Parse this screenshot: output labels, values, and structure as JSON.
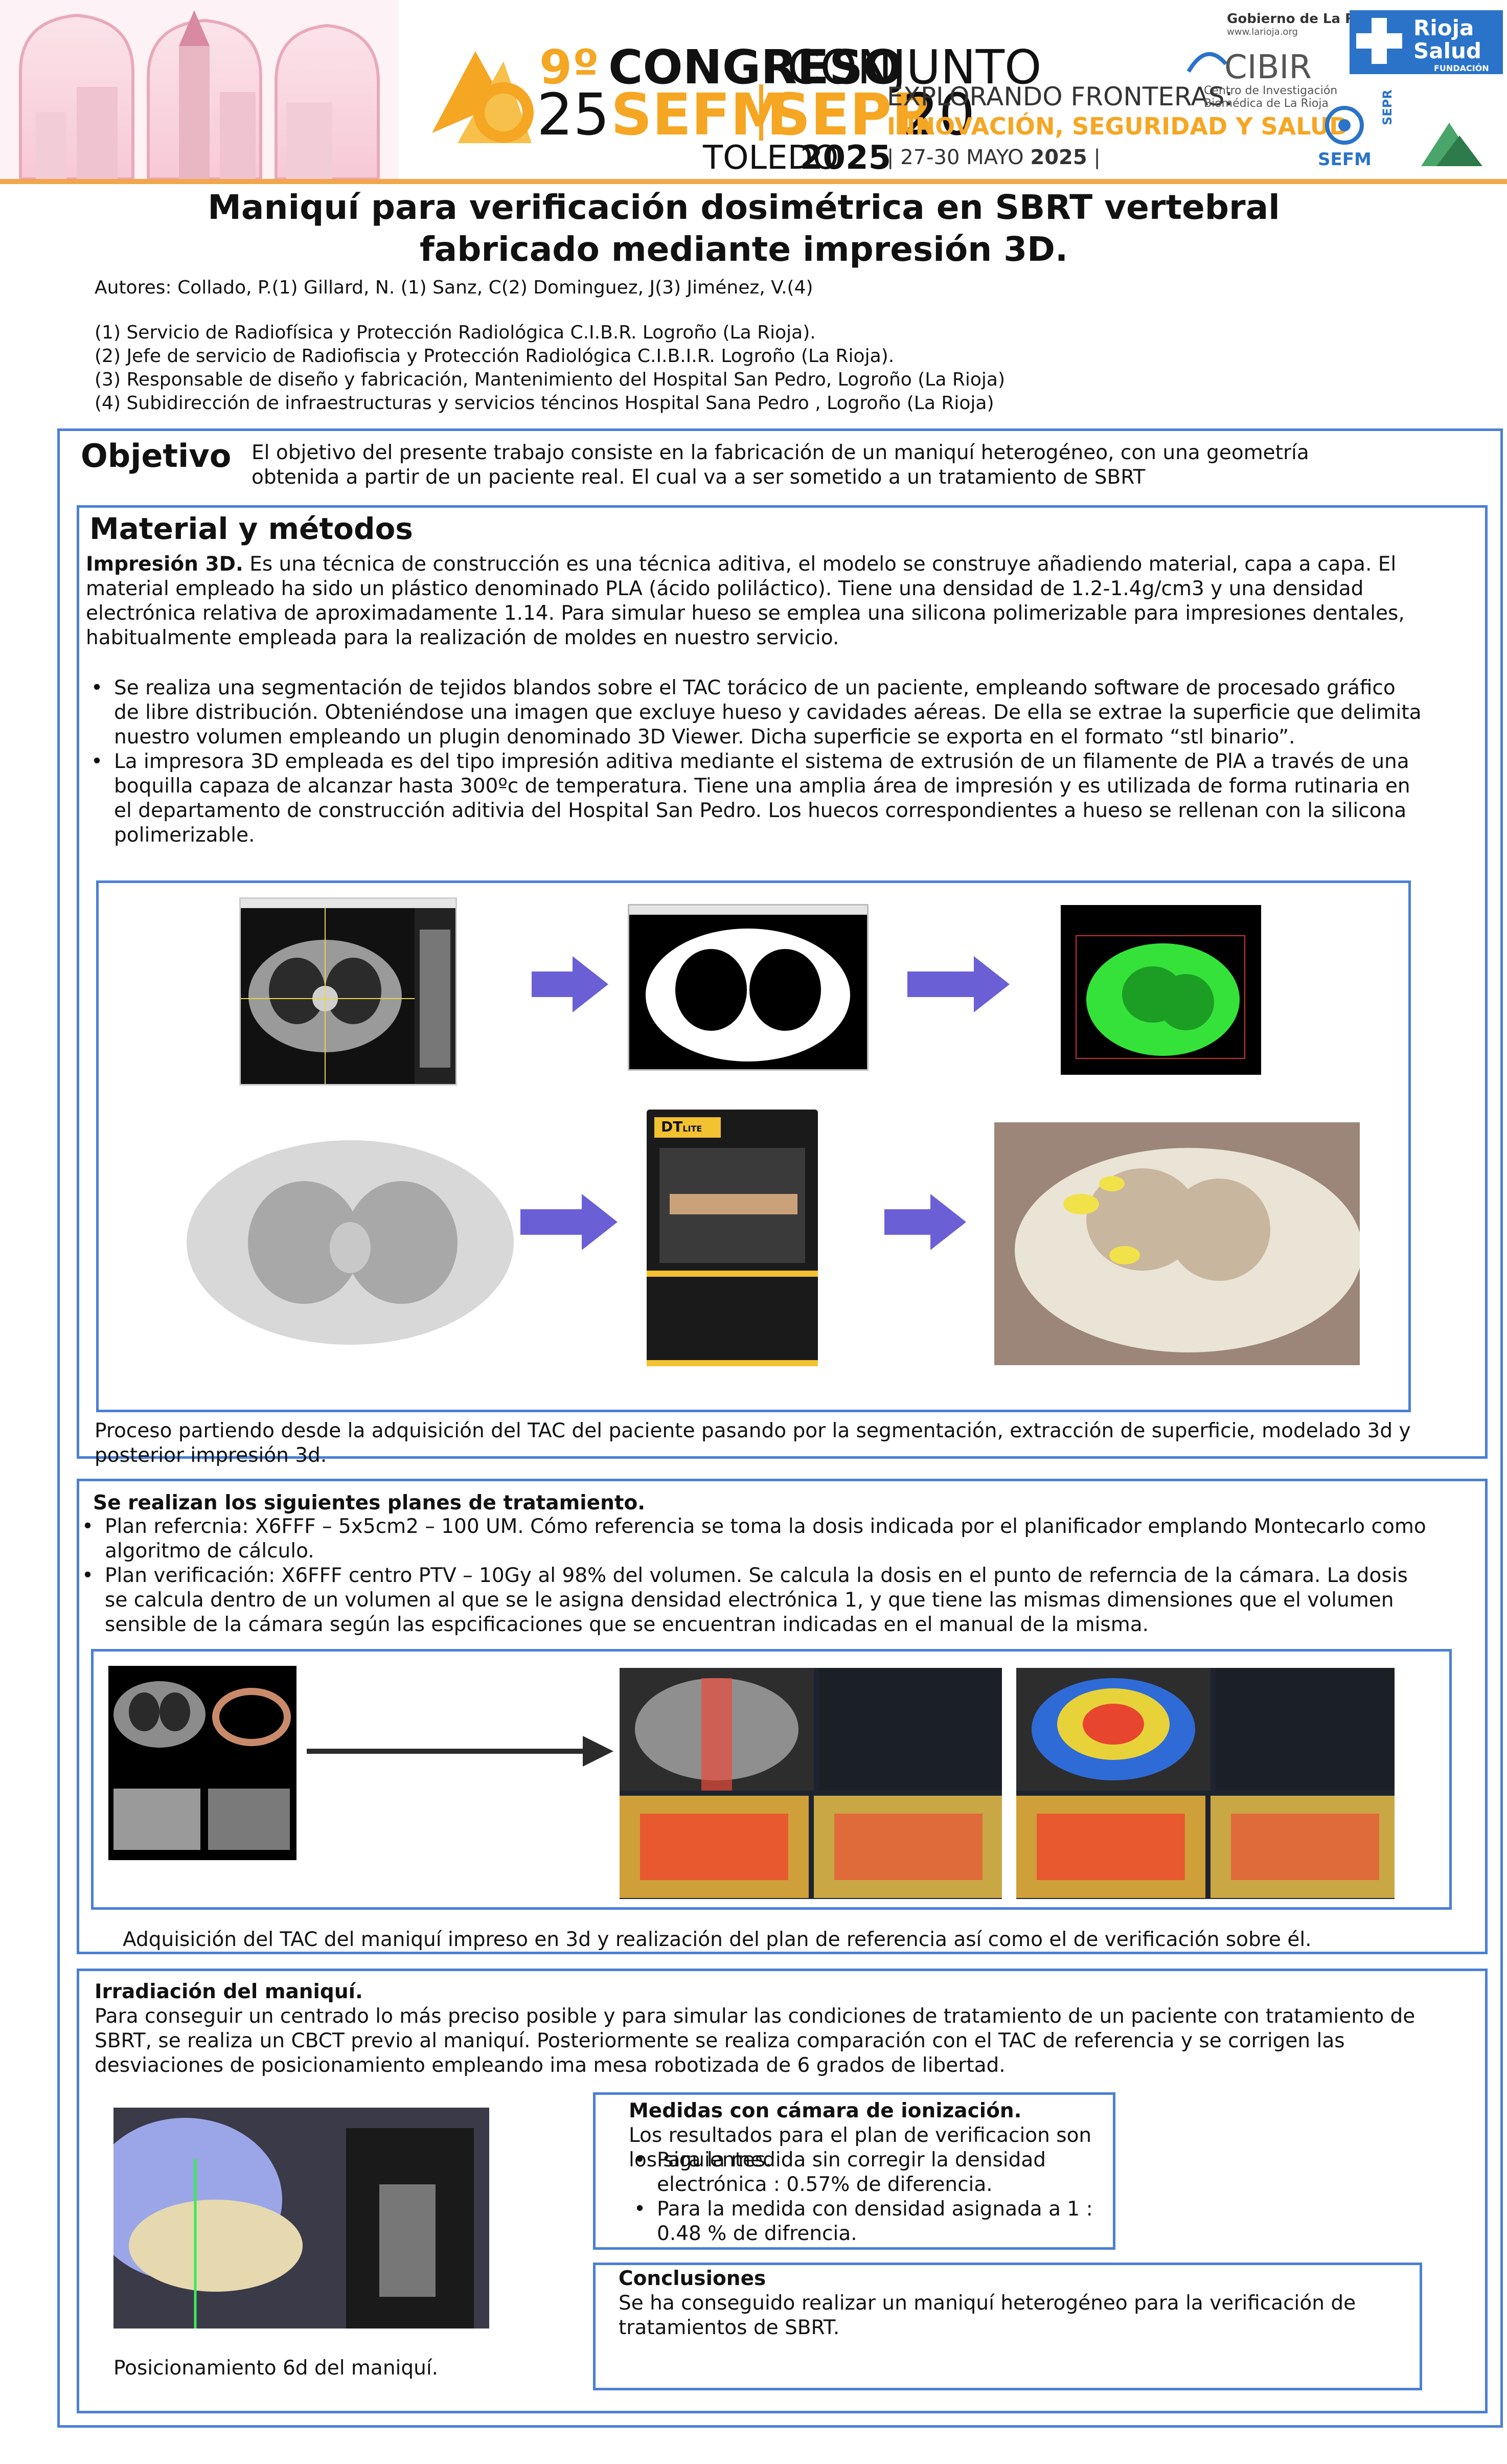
{
  "header": {
    "congress_num": "9º",
    "congress_word1": "CONGRESO",
    "congress_word2": "CONJUNTO",
    "num_left": "25",
    "sefm": "SEFM",
    "sepr": "SEPR",
    "num_right": "20",
    "city": "TOLEDO",
    "year": "2025",
    "tag1": "EXPLORANDO FRONTERAS:",
    "tag2": "INNOVACIÓN, SEGURIDAD Y SALUD",
    "dates_prefix": "| 27-30 MAYO",
    "dates_year": "2025",
    "dates_suffix": "|",
    "logo_gobierno": "Gobierno de La Rioja",
    "logo_gobierno_url": "www.larioja.org",
    "logo_cibir": "CIBIR",
    "logo_cibir_sub1": "Centro de Investigación",
    "logo_cibir_sub2": "Biomédica de La Rioja",
    "logo_rioja1": "Rioja",
    "logo_rioja2": "Salud",
    "logo_rioja3": "FUNDACIÓN",
    "logo_sefm": "SEFM",
    "logo_sepr": "SEPR"
  },
  "title_line1": "Maniquí para verificación dosimétrica en SBRT vertebral",
  "title_line2": "fabricado mediante impresión 3D.",
  "authors": "Autores: Collado, P.(1) Gillard, N. (1) Sanz, C(2) Dominguez, J(3) Jiménez, V.(4)",
  "affiliations": [
    "(1) Servicio de Radiofísica y Protección Radiológica C.I.B.R. Logroño (La Rioja).",
    "(2) Jefe de servicio de Radiofiscia y Protección Radiológica C.I.B.I.R. Logroño (La Rioja).",
    "(3) Responsable de diseño y fabricación, Mantenimiento del Hospital San Pedro, Logroño (La Rioja)",
    "(4) Subidirección de infraestructuras y servicios téncinos Hospital Sana Pedro , Logroño (La Rioja)"
  ],
  "objetivo": {
    "heading": "Objetivo",
    "text": "El objetivo del presente trabajo consiste en la fabricación de un maniquí heterogéneo, con una geometría obtenida a partir de un paciente real. El cual va a ser sometido a un tratamiento de SBRT"
  },
  "material": {
    "heading": "Material y métodos",
    "lead_bold": "Impresión 3D.",
    "lead_text": " Es una técnica de construcción es una técnica aditiva,  el modelo se construye añadiendo material, capa a capa. El material empleado ha sido un plástico denominado PLA (ácido poliláctico). Tiene una densidad de 1.2-1.4g/cm3 y una densidad electrónica relativa de aproximadamente 1.14. Para simular hueso se emplea una silicona polimerizable para impresiones dentales, habitualmente empleada para la realización de moldes en nuestro servicio.",
    "bullets": [
      "Se realiza una segmentación de tejidos blandos sobre el TAC torácico de un paciente, empleando software de procesado gráfico de libre distribución. Obteniéndose una imagen que excluye hueso y cavidades aéreas. De ella se extrae la superficie que delimita nuestro volumen empleando un plugin denominado 3D Viewer. Dicha superficie se exporta en el formato “stl binario”.",
      "La impresora 3D empleada es del tipo impresión aditiva mediante el sistema de extrusión de un filamente de PlA a través de una boquilla capaza de alcanzar hasta 300ºc de temperatura. Tiene una amplia área de impresión y es utilizada de forma rutinaria en el departamento de construcción aditivia del Hospital San Pedro. Los huecos correspondientes a hueso se rellenan con la silicona polimerizable."
    ],
    "printer_brand": "DT",
    "printer_model": "LITE",
    "caption": "Proceso partiendo desde la adquisición del TAC del paciente pasando por la segmentación, extracción de superficie, modelado 3d y posterior impresión 3d."
  },
  "planes": {
    "heading": "Se realizan los siguientes planes de tratamiento.",
    "bullets": [
      "Plan refercnia: X6FFF – 5x5cm2 – 100 UM.  Cómo referencia se toma la dosis indicada por el planificador emplando Montecarlo como algoritmo de cálculo.",
      "Plan verificación: X6FFF centro PTV – 10Gy al 98% del volumen. Se calcula la dosis en el punto de referncia de la cámara. La dosis se calcula dentro de un volumen al que se le asigna densidad electrónica 1, y que tiene las mismas dimensiones que el volumen sensible de la cámara según las espcificaciones que se encuentran indicadas en el manual de la misma."
    ],
    "caption": "Adquisición del TAC del maniquí impreso en 3d y realización del plan de referencia así como el de verificación sobre él."
  },
  "irradiacion": {
    "heading": "Irradiación del maniquí.",
    "text": "Para conseguir un centrado lo más preciso posible y para simular las condiciones de tratamiento de un paciente con tratamiento de SBRT, se realiza un CBCT previo al maniquí. Posteriormente se realiza comparación con el TAC de referencia y se corrigen las desviaciones de posicionamiento empleando ima mesa robotizada de 6 grados de libertad.",
    "caption": "Posicionamiento 6d del maniquí."
  },
  "medidas": {
    "heading": "Medidas con cámara de ionización.",
    "intro": "Los resultados para el plan de verificacion son los siguientes.",
    "bullets": [
      "Para la medida sin corregir la densidad electrónica : 0.57% de diferencia.",
      "Para la medida con densidad asignada a 1 : 0.48 % de difrencia."
    ]
  },
  "conclusiones": {
    "heading": "Conclusiones",
    "text": "Se ha conseguido realizar un maniquí heterogéneo para la verificación de tratamientos de SBRT."
  }
}
